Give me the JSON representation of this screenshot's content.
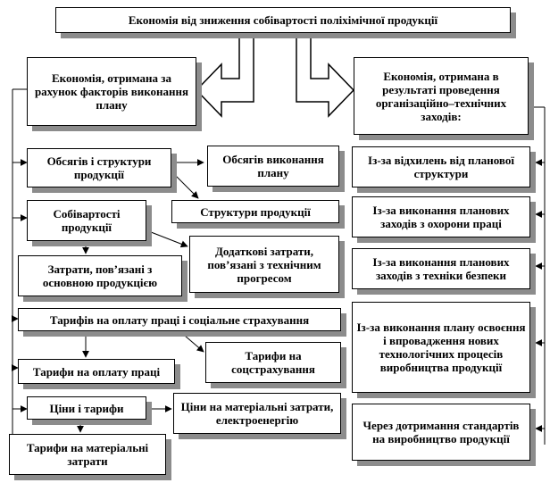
{
  "title": "Економія від зниження собівартості поліхімічної продукції",
  "left_main": "Економія, отримана за рахунок факторів виконання плану",
  "right_main": "Економія, отримана в результаті проведення організаційно–технічних заходів:",
  "left": {
    "volume_structure": "Обсягів і структури продукції",
    "volume_execution": "Обсягів виконання плану",
    "product_structure": "Структури продукції",
    "cost": "Собівартості продукції",
    "additional_costs": "Додаткові затрати, пов’язані з технічним прогресом",
    "main_product_costs": "Затрати, пов’язані з основною продукцією",
    "tariffs_labor_social": "Тарифів на оплату праці і соціальне страхування",
    "tariffs_social": "Тарифи на соцстрахування",
    "tariffs_labor": "Тарифи на оплату праці",
    "prices_tariffs": "Ціни і тарифи",
    "prices_materials_energy": "Ціни на матеріальні затрати, електроенергію",
    "tariffs_materials": "Тарифи на матеріальні затрати"
  },
  "right": {
    "deviation_structure": "Із-за відхилень від планової структури",
    "labor_protection": "Із-за виконання планових заходів з охорони праці",
    "safety_technique": "Із-за виконання планових заходів з техніки безпеки",
    "new_technologies": "Із-за виконання плану освоєння і впровадження нових технологічних процесів виробництва продукції",
    "standards": "Через дотримання стандартів на виробництво продукції"
  }
}
